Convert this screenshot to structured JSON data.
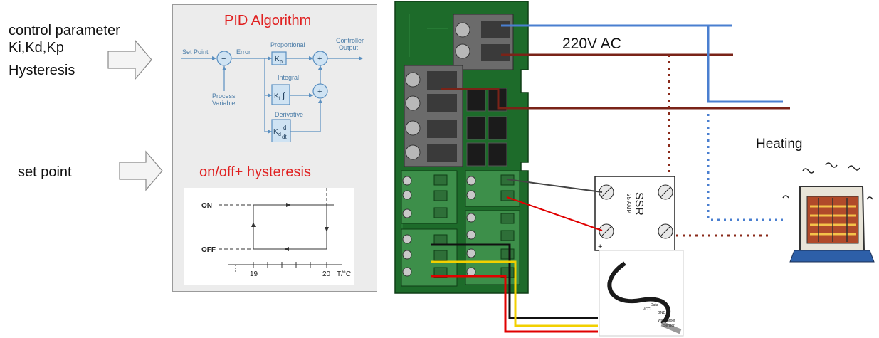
{
  "left_labels": {
    "control_parameter": "control parameter",
    "gains": "Ki,Kd,Kp",
    "hysteresis": "Hysteresis",
    "set_point": "set point"
  },
  "pid": {
    "title": "PID Algorithm",
    "set_point": "Set Point",
    "error": "Error",
    "proportional": "Proportional",
    "integral": "Integral",
    "derivative": "Derivative",
    "controller_output_1": "Controller",
    "controller_output_2": "Output",
    "process_1": "Process",
    "process_2": "Variable",
    "minus": "−",
    "plus": "+",
    "kp": "K",
    "kp_sub": "p",
    "ki": "K",
    "ki_sub": "i",
    "kd": "K",
    "kd_sub": "d",
    "integral_sign": "∫",
    "d": "d",
    "dt": "dt"
  },
  "hysteresis": {
    "title": "on/off+ hysteresis",
    "on": "ON",
    "off": "OFF",
    "x1": "19",
    "x2": "20",
    "unit": "T/°C"
  },
  "wiring": {
    "ac_label": "220V AC",
    "heating_label": "Heating"
  },
  "ssr": {
    "name": "SSR",
    "rating": "25 AMP",
    "minus": "−",
    "plus": "+"
  },
  "sensor": {
    "vcc": "VCC",
    "data": "Data",
    "gnd": "GND",
    "waterproof": "Waterproof",
    "sensor": "Sensor"
  },
  "colors": {
    "pid_title": "#e02020",
    "board": "#1d6b2a",
    "ac_blue": "#4a7fd0",
    "ac_brown": "#7a2318",
    "wire_red": "#e00000",
    "wire_yellow": "#f2d000",
    "wire_black": "#111111"
  }
}
